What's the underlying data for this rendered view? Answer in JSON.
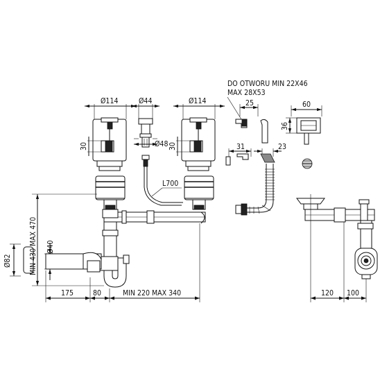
{
  "labels": {
    "d114_left": "Ø114",
    "d44": "Ø44",
    "d114_right": "Ø114",
    "d48": "Ø48",
    "h30_left": "30",
    "h30_right": "30",
    "l700": "L700",
    "hole_line1": "DO OTWORU MIN 22X46",
    "hole_line2": "MAX 28X53",
    "w25": "25",
    "w60": "60",
    "h36": "36",
    "w31": "31",
    "w23": "23",
    "d82": "Ø82",
    "d40": "Ø40",
    "height_range": "MIN 430 MAX 470",
    "w175": "175",
    "w80": "80",
    "width_range": "MIN 220 MAX 340",
    "w120": "120",
    "w100": "100"
  }
}
